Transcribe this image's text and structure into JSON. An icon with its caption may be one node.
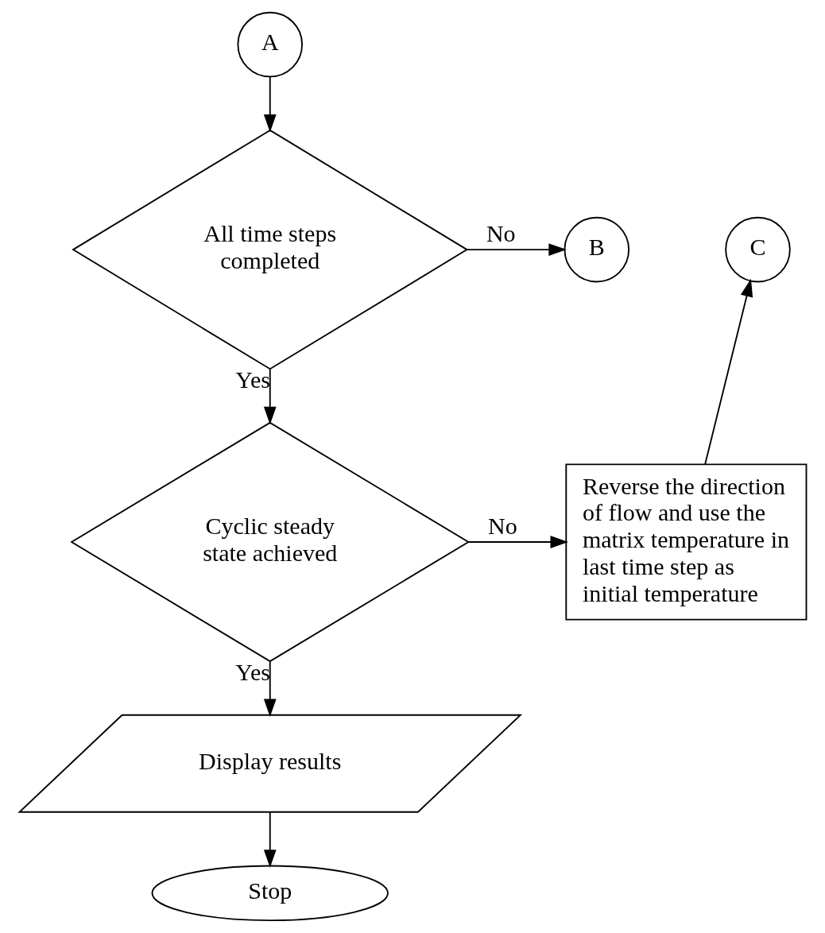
{
  "diagram": {
    "nodes": [
      {
        "text": [
          "A"
        ]
      },
      {
        "text": [
          "All time steps completed"
        ]
      },
      {
        "text": [
          "B"
        ]
      },
      {
        "text": [
          "Cyclic steady state achieved"
        ]
      },
      {
        "text": [
          "Reverse the direction of flow and use the matrix temperature in last time step as initial temperature"
        ]
      },
      {
        "text": [
          "C"
        ]
      },
      {
        "text": [
          "Display results"
        ]
      },
      {
        "text": [
          "Stop"
        ]
      }
    ],
    "edges": [
      {
        "from": 0,
        "to": 1,
        "arrow": "to"
      },
      {
        "from": 1,
        "to": 2,
        "arrow": "to",
        "label": "No"
      },
      {
        "from": 1,
        "to": 3,
        "arrow": "to",
        "label": "Yes"
      },
      {
        "from": 3,
        "to": 4,
        "arrow": "to",
        "label": "No"
      },
      {
        "from": 4,
        "to": 5,
        "arrow": "to"
      },
      {
        "from": 3,
        "to": 6,
        "arrow": "to",
        "label": "Yes"
      },
      {
        "from": 6,
        "to": 7,
        "arrow": "to"
      }
    ]
  }
}
